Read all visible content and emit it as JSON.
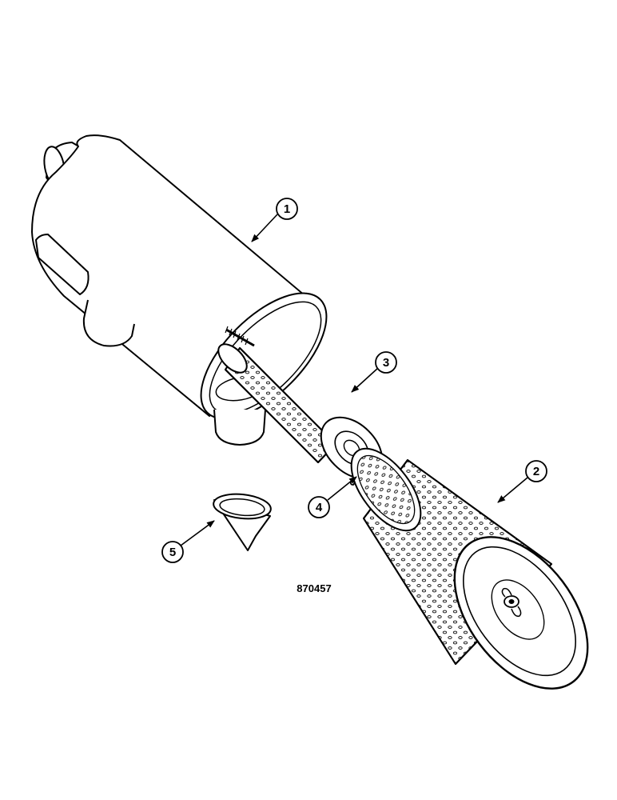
{
  "figure_number": "870457",
  "callouts": [
    {
      "label": "1",
      "part": "air-cleaner-housing"
    },
    {
      "label": "2",
      "part": "primary-filter-element"
    },
    {
      "label": "3",
      "part": "safety-filter-element"
    },
    {
      "label": "4",
      "part": "wing-nut"
    },
    {
      "label": "5",
      "part": "dust-cup"
    }
  ],
  "colors": {
    "line": "#000000",
    "paper": "#ffffff",
    "perforation": "#000000"
  }
}
